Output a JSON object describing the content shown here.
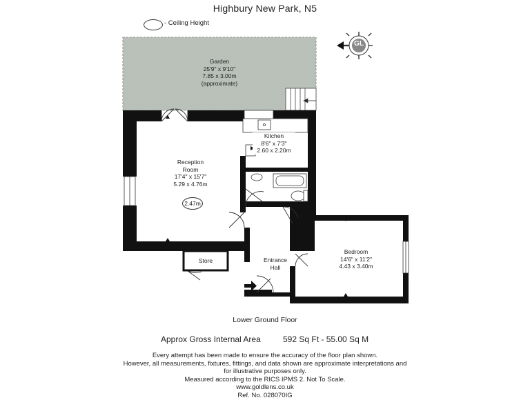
{
  "header": {
    "title": "Highbury New Park, N5"
  },
  "legend": {
    "label": "- Ceiling Height"
  },
  "compass": {
    "logo_text": "GL"
  },
  "rooms": {
    "garden": {
      "name": "Garden",
      "imperial": "25'9\" x 9'10\"",
      "metric": "7.85 x 3.00m",
      "note": "(approximate)"
    },
    "kitchen": {
      "name": "Kitchen",
      "imperial": "8'6\" x 7'3\"",
      "metric": "2.60 x 2.20m"
    },
    "reception": {
      "name1": "Reception",
      "name2": "Room",
      "imperial": "17'4\" x 15'7\"",
      "metric": "5.29 x 4.76m",
      "ceiling": "2.47m"
    },
    "bedroom": {
      "name": "Bedroom",
      "imperial": "14'6\" x 11'2\"",
      "metric": "4.43 x 3.40m"
    },
    "store": {
      "name": "Store"
    },
    "hall": {
      "name1": "Entrance",
      "name2": "Hall"
    }
  },
  "floor": {
    "label": "Lower Ground Floor"
  },
  "area": {
    "label": "Approx Gross Internal Area",
    "value": "592 Sq Ft - 55.00 Sq M"
  },
  "notes": [
    "Every attempt has been made to ensure the accuracy of the floor plan shown.",
    "However, all measurements, fixtures, fittings, and data shown are approximate interpretations and",
    "for illustrative purposes only.",
    "Measured according to the RICS IPMS 2. Not To Scale.",
    "www.goldlens.co.uk",
    "Ref. No. 028070IG"
  ]
}
